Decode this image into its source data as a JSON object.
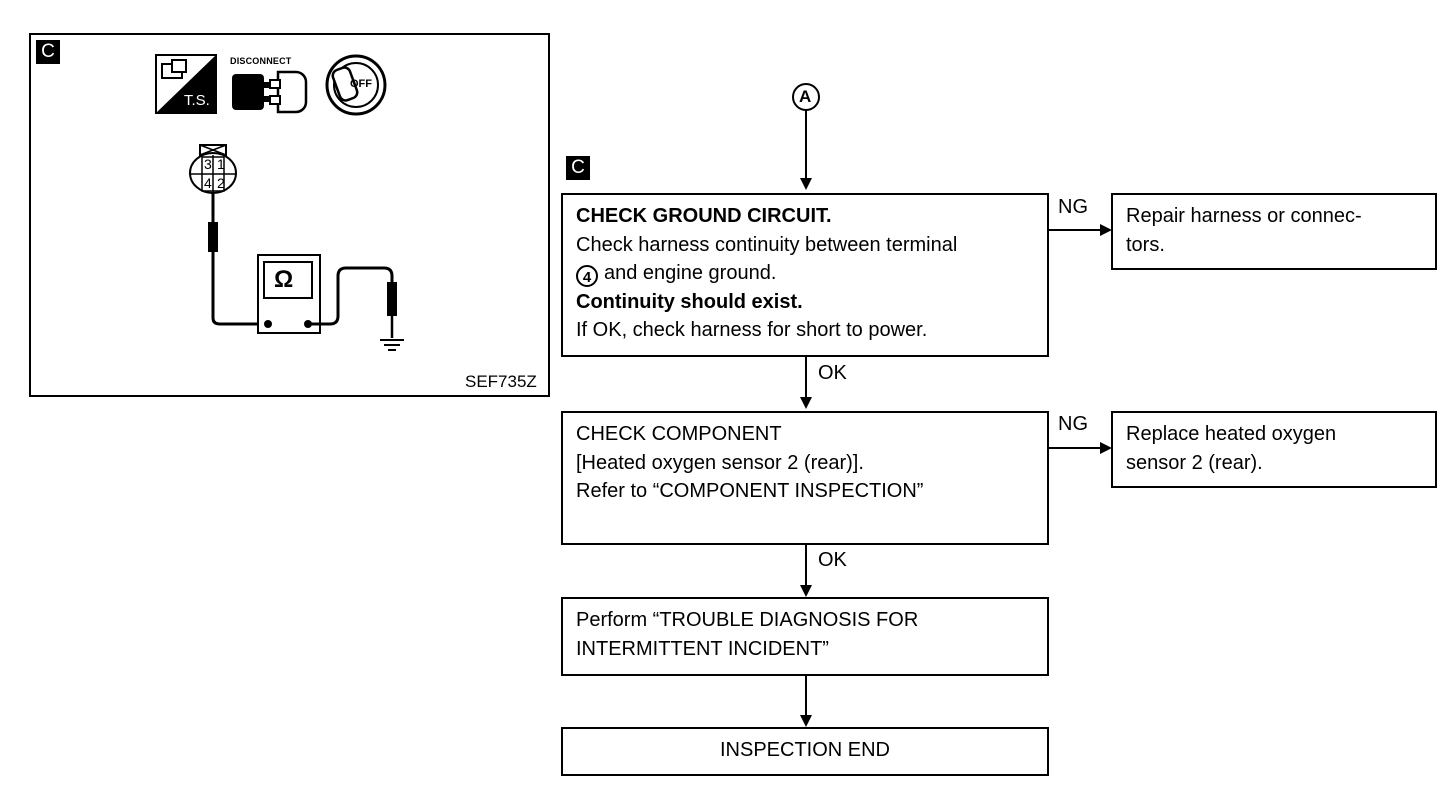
{
  "illustration": {
    "badge": "C",
    "disconnect_label": "DISCONNECT",
    "ts_label": "T.S.",
    "ignition_label": "OFF",
    "connector_pins": [
      "3",
      "1",
      "4",
      "2"
    ],
    "meter_symbol": "Ω",
    "figure_code": "SEF735Z"
  },
  "flow": {
    "entry_marker": "A",
    "badge": "C",
    "step1": {
      "title": "CHECK GROUND CIRCUIT.",
      "line1": "Check harness continuity between terminal",
      "terminal": "4",
      "line2": "and engine ground.",
      "expect": "Continuity should exist.",
      "line3": "If OK, check harness for short to power."
    },
    "step1_ng_label": "NG",
    "step1_ng_action_l1": "Repair harness or connec-",
    "step1_ng_action_l2": "tors.",
    "ok_label_1": "OK",
    "step2": {
      "line1": "CHECK COMPONENT",
      "line2": "[Heated oxygen sensor 2 (rear)].",
      "line3": "Refer to “COMPONENT INSPECTION”"
    },
    "step2_ng_label": "NG",
    "step2_ng_action_l1": "Replace heated oxygen",
    "step2_ng_action_l2": "sensor 2 (rear).",
    "ok_label_2": "OK",
    "step3": {
      "line1": "Perform “TROUBLE DIAGNOSIS FOR",
      "line2": "INTERMITTENT INCIDENT”"
    },
    "end": "INSPECTION END"
  }
}
